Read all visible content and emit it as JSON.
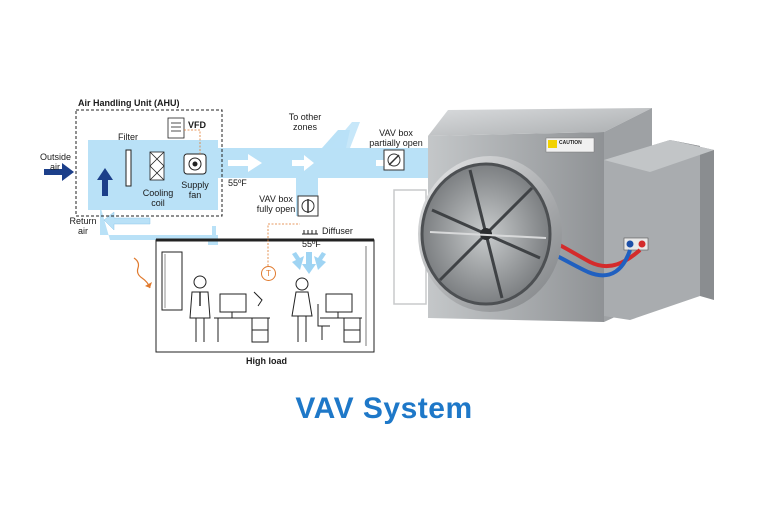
{
  "diagram": {
    "ahu_title": "Air Handling Unit (AHU)",
    "outside_air": [
      "Outside",
      "air"
    ],
    "return_air": [
      "Return",
      "air"
    ],
    "filter": "Filter",
    "vfd": "VFD",
    "cooling_coil": [
      "Cooling",
      "coil"
    ],
    "supply_fan": [
      "Supply",
      "fan"
    ],
    "supply_temp": "55ºF",
    "other_zones": [
      "To other",
      "zones"
    ],
    "vav_partial": [
      "VAV box",
      "partially open"
    ],
    "vav_full": [
      "VAV box",
      "fully open"
    ],
    "diffuser": "Diffuser",
    "diffuser_temp": "55ºF",
    "thermostat": "T",
    "high_load": "High load",
    "caution": "CAUTION"
  },
  "title": "VAV System",
  "colors": {
    "duct": "#b9e1f7",
    "arrow_dark": "#1c3f8a",
    "accent_title": "#1e78c8",
    "thermostat": "#e07a2e",
    "metal": "#b9bcbf"
  }
}
